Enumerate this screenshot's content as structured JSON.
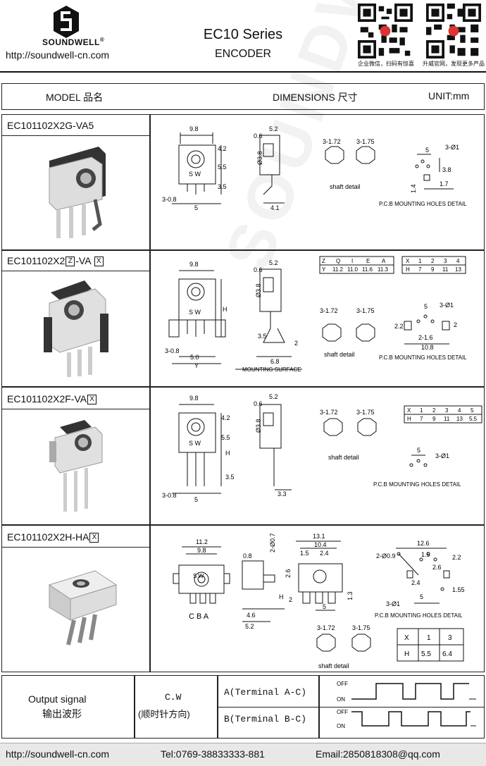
{
  "header": {
    "brand": "SOUNDWELL",
    "reg_mark": "®",
    "url": "http://soundwell-cn.com",
    "series": "EC10 Series",
    "subtitle": "ENCODER",
    "qr_left_caption": "企业微信，扫码有惊喜",
    "qr_right_caption": "升威官网，发现更多产品"
  },
  "table_head": {
    "model": "MODEL 品名",
    "dimensions": "DIMENSIONS 尺寸",
    "unit": "UNIT:mm"
  },
  "models": [
    {
      "prefix": "EC101102X2G-VA5",
      "box1": "",
      "mid": "",
      "box2": ""
    },
    {
      "prefix": "EC101102X2",
      "box1": "Z",
      "mid": "-VA",
      "box2": "X"
    },
    {
      "prefix": "EC101102X2F-VA",
      "box1": "X",
      "mid": "",
      "box2": ""
    },
    {
      "prefix": "EC101102X2H-HA",
      "box1": "X",
      "mid": "",
      "box2": ""
    }
  ],
  "labels": {
    "shaft_detail": "shaft detail",
    "pcb_holes": "P.C.B MOUNTING HOLES DETAIL",
    "mounting_surface": "MOUNTING SURFACE",
    "sw": "S W",
    "cba": "C B A"
  },
  "dims_row1": {
    "w": "9.8",
    "h1": "4.2",
    "h2": "5.5",
    "h3": "3.5",
    "pin": "3-0.8",
    "pitch": "5",
    "side_top": "5.2",
    "side_a": "0.6",
    "side_d": "Ø3.8",
    "side_b": "4.1",
    "shaft_a": "3-1.72",
    "shaft_b": "3-1.75",
    "pcb_pitch": "5",
    "pcb_hole": "3-Ø1",
    "pcb_v": "3.8",
    "pcb_h": "1.7",
    "pcb_l": "1.4"
  },
  "dims_row2": {
    "w": "9.8",
    "h": "H",
    "a": "3.5",
    "pin": "3-0.8",
    "pitch": "5.0",
    "y": "Y",
    "side_top": "5.2",
    "side_a": "0.6",
    "side_d": "Ø3.8",
    "side_b": "6.8",
    "side_c": "2",
    "shaft_a": "3-1.72",
    "shaft_b": "3-1.75",
    "table_z": {
      "head": [
        "Z",
        "Q",
        "I",
        "E",
        "A"
      ],
      "vals": [
        "Y",
        "11.2",
        "11.0",
        "11.6",
        "11.3"
      ]
    },
    "table_x": {
      "head": [
        "X",
        "1",
        "2",
        "3",
        "4"
      ],
      "vals": [
        "H",
        "7",
        "9",
        "11",
        "13"
      ]
    },
    "pcb_pitch": "5",
    "pcb_hole": "3-Ø1",
    "pcb_a": "2.2",
    "pcb_b": "2-1.6",
    "pcb_c": "10.8",
    "pcb_d": "2"
  },
  "dims_row3": {
    "w": "9.8",
    "h1": "4.2",
    "h2": "5.5",
    "h": "H",
    "h3": "3.5",
    "pin": "3-0.8",
    "pitch": "5",
    "side_top": "5.2",
    "side_a": "0.6",
    "side_d": "Ø3.8",
    "side_b": "3.3",
    "shaft_a": "3-1.72",
    "shaft_b": "3-1.75",
    "table_x": {
      "head": [
        "X",
        "1",
        "2",
        "3",
        "4",
        "5"
      ],
      "vals": [
        "H",
        "7",
        "9",
        "11",
        "13",
        "5.5"
      ]
    },
    "pcb_pitch": "5",
    "pcb_hole": "3-Ø1"
  },
  "dims_row4": {
    "w1": "11.2",
    "w2": "9.8",
    "side_a": "0.8",
    "side_d": "2-Ø0.7",
    "side_b": "4.6",
    "side_c": "5.2",
    "side_h": "2.6",
    "h": "H",
    "h2": "2",
    "r_a": "13.1",
    "r_b": "10.4",
    "r_c": "1.5",
    "r_d": "2.4",
    "r_e": "5",
    "r_f": "1.3",
    "pcb_a": "12.6",
    "pcb_b": "2-Ø0.9",
    "pcb_c": "1.5",
    "pcb_d": "2.2",
    "pcb_e": "2.6",
    "pcb_f": "2.4",
    "pcb_g": "1.55",
    "pcb_h": "5",
    "pcb_hole": "3-Ø1",
    "shaft_a": "3-1.72",
    "shaft_b": "3-1.75",
    "table_x": {
      "head": [
        "X",
        "1",
        "3"
      ],
      "vals": [
        "H",
        "5.5",
        "6.4"
      ]
    }
  },
  "signal": {
    "label_en": "Output signal",
    "label_cn": "输出波形",
    "dir_en": "C.W",
    "dir_cn": "(顺时针方向)",
    "term_a": "A(Terminal A-C)",
    "term_b": "B(Terminal B-C)",
    "off": "OFF",
    "on": "ON"
  },
  "footer": {
    "url": "http://soundwell-cn.com",
    "tel": "Tel:0769-38833333-881",
    "email": "Email:2850818308@qq.com"
  }
}
